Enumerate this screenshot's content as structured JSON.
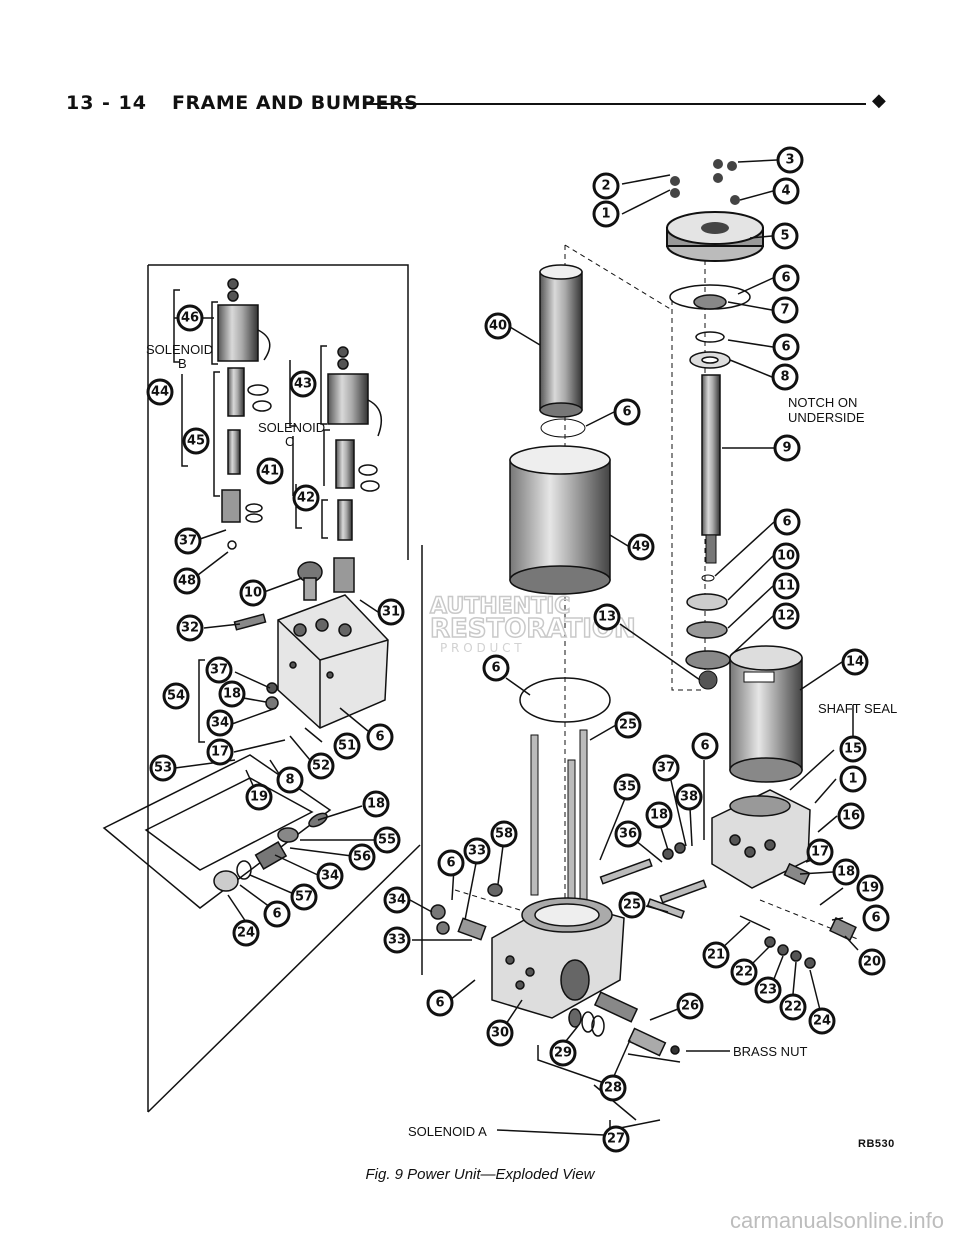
{
  "header": {
    "page_number": "13 - 14",
    "section_title": "FRAME AND BUMPERS",
    "marker": "◆"
  },
  "labels": {
    "solenoid_b_top": "SOLENOID",
    "solenoid_b_letter": "B",
    "solenoid_c_top": "SOLENOID",
    "solenoid_c_letter": "C",
    "solenoid_a": "SOLENOID A",
    "notch_line1": "NOTCH ON",
    "notch_line2": "UNDERSIDE",
    "shaft_seal": "SHAFT SEAL",
    "brass_nut": "BRASS NUT"
  },
  "watermark": {
    "line1": "AUTHENTIC",
    "line2": "RESTORATION",
    "line3": "P R O D U C T"
  },
  "figure_id": "RB530",
  "caption": "Fig. 9 Power Unit—Exploded View",
  "site": "carmanualsonline.info",
  "callouts": {
    "c1": "2",
    "c2": "1",
    "c3": "3",
    "c4": "4",
    "c5": "5",
    "c6": "6",
    "c7": "7",
    "c8": "6",
    "c9": "8",
    "c10": "9",
    "c11": "40",
    "c12": "6",
    "c13": "49",
    "c14": "6",
    "c15": "10",
    "c16": "11",
    "c17": "12",
    "c18": "13",
    "c19": "14",
    "c20": "6",
    "c21": "25",
    "c22": "15",
    "c23": "1",
    "c24": "16",
    "c25": "17",
    "c26": "18",
    "c27": "19",
    "c28": "6",
    "c29": "20",
    "c30": "21",
    "c31": "22",
    "c32": "23",
    "c33": "22",
    "c34": "24",
    "c35": "37",
    "c36": "6",
    "c37": "35",
    "c38": "38",
    "c39": "18",
    "c40": "36",
    "c41": "58",
    "c42": "33",
    "c43": "6",
    "c44": "34",
    "c45": "33",
    "c46": "25",
    "c47": "6",
    "c48": "30",
    "c49": "26",
    "c50": "29",
    "c51": "28",
    "c52": "27",
    "c53": "46",
    "c54": "44",
    "c55": "45",
    "c56": "43",
    "c57": "41",
    "c58": "42",
    "c59": "37",
    "c60": "48",
    "c61": "10",
    "c62": "31",
    "c63": "32",
    "c64": "37",
    "c65": "18",
    "c66": "54",
    "c67": "34",
    "c68": "6",
    "c69": "51",
    "c70": "17",
    "c71": "52",
    "c72": "8",
    "c73": "53",
    "c74": "19",
    "c75": "18",
    "c76": "55",
    "c77": "56",
    "c78": "34",
    "c79": "57",
    "c80": "6",
    "c81": "24"
  }
}
